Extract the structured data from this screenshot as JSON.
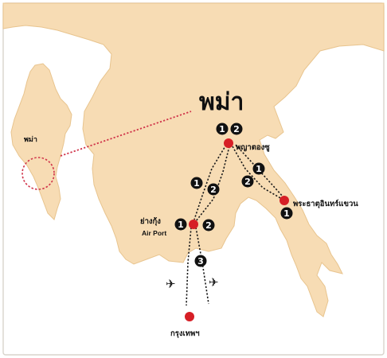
{
  "map": {
    "title": "พม่า",
    "inset_title": "พม่า",
    "places": {
      "payathonzu": "พญาตองซู",
      "phra_that_inthaeng": "พระธาตุอินทร์แขวน",
      "yangon": "ย่างกุ้ง",
      "yangon_subtitle": "Air Port",
      "bangkok": "กรุงเทพฯ"
    },
    "routes": {
      "payathonzu_top_1": "1",
      "payathonzu_top_2": "2",
      "payathonzu_left_1": "1",
      "payathonzu_left_2": "2",
      "payathonzu_right_1": "1",
      "payathonzu_right_2": "2",
      "yangon_1": "1",
      "yangon_2": "2",
      "yangon_3": "3",
      "inthaeng_1": "1"
    },
    "icons": [
      "airplane-icon",
      "airplane-icon"
    ],
    "colors": {
      "land": "#f7dcb4",
      "city_dot": "#d61f26",
      "zoom_marker": "#d0344a",
      "badge": "#111111"
    }
  }
}
